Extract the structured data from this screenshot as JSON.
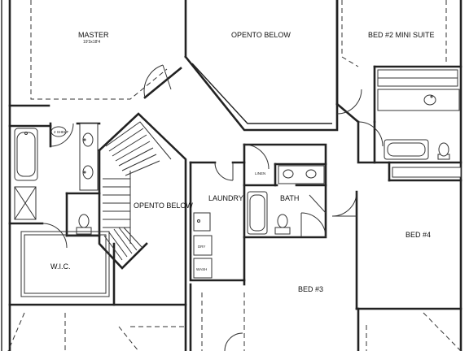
{
  "rooms": {
    "master": "MASTER",
    "master_dims": "19'3x18'4",
    "open_top": "OPENTO BELOW",
    "bed2": "BED #2 MINI SUITE",
    "open_stair": "OPENTO BELOW",
    "laundry": "LAUNDRY",
    "bath": "BATH",
    "bed4": "BED #4",
    "bed3": "BED #3",
    "wic": "W.I.C."
  },
  "fixtures": {
    "linen": "LINEN",
    "dry": "DRY",
    "wash": "WASH",
    "shelf": "2 SHELF"
  }
}
